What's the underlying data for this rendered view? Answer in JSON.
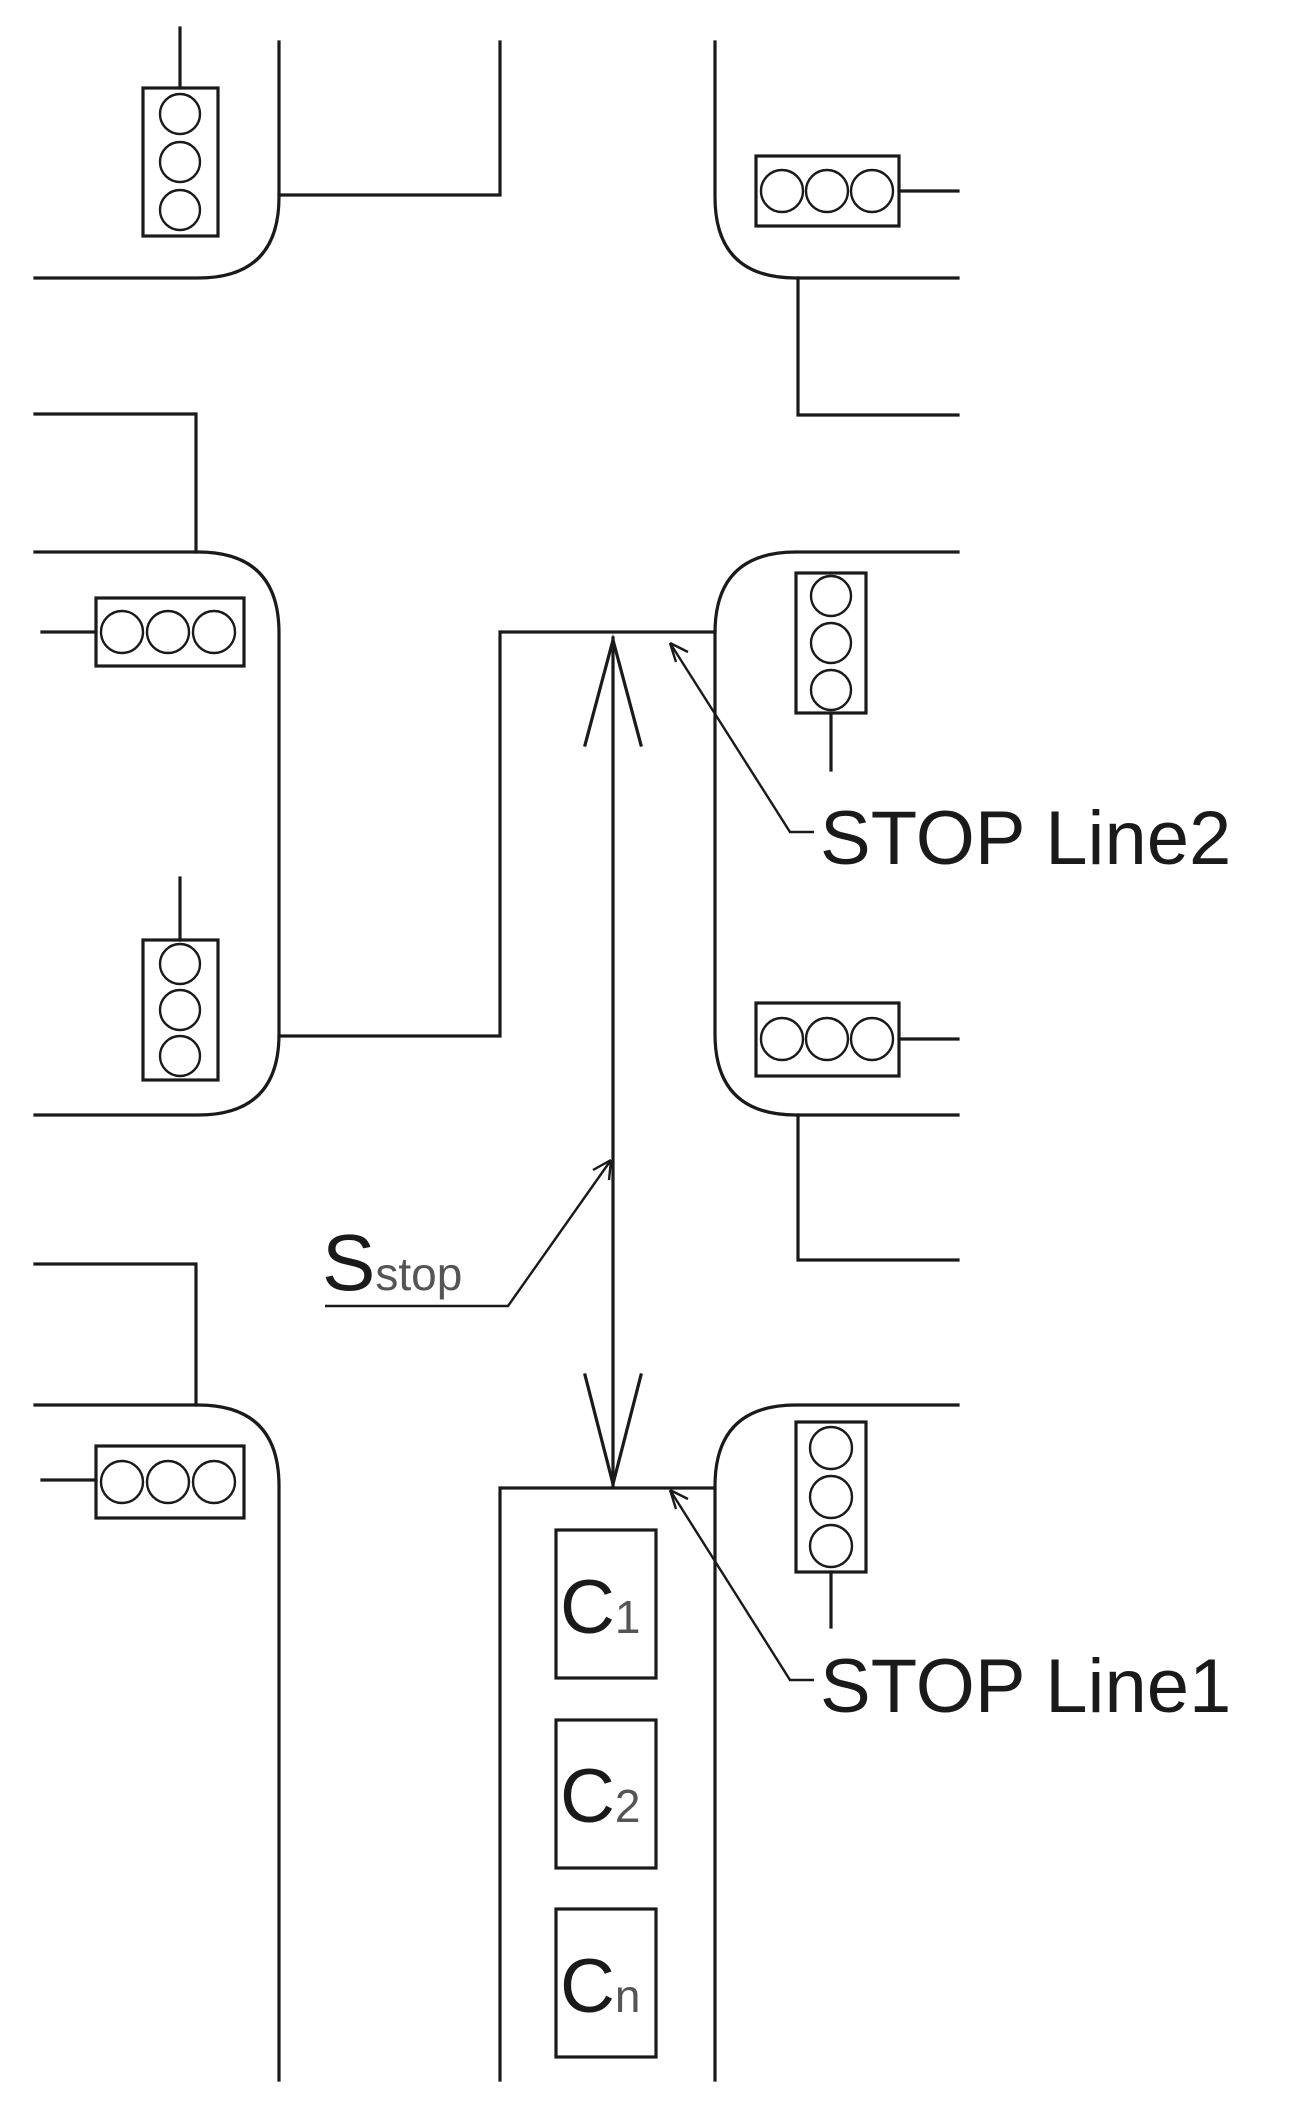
{
  "labels": {
    "stop_line2": "STOP Line2",
    "stop_line1": "STOP Line1",
    "s_main": "S",
    "s_sub": "stop"
  },
  "cars": [
    {
      "main": "C",
      "sub": "1"
    },
    {
      "main": "C",
      "sub": "2"
    },
    {
      "main": "C",
      "sub": "n"
    }
  ],
  "colors": {
    "line": "#1a1a1a",
    "background": "#ffffff"
  }
}
